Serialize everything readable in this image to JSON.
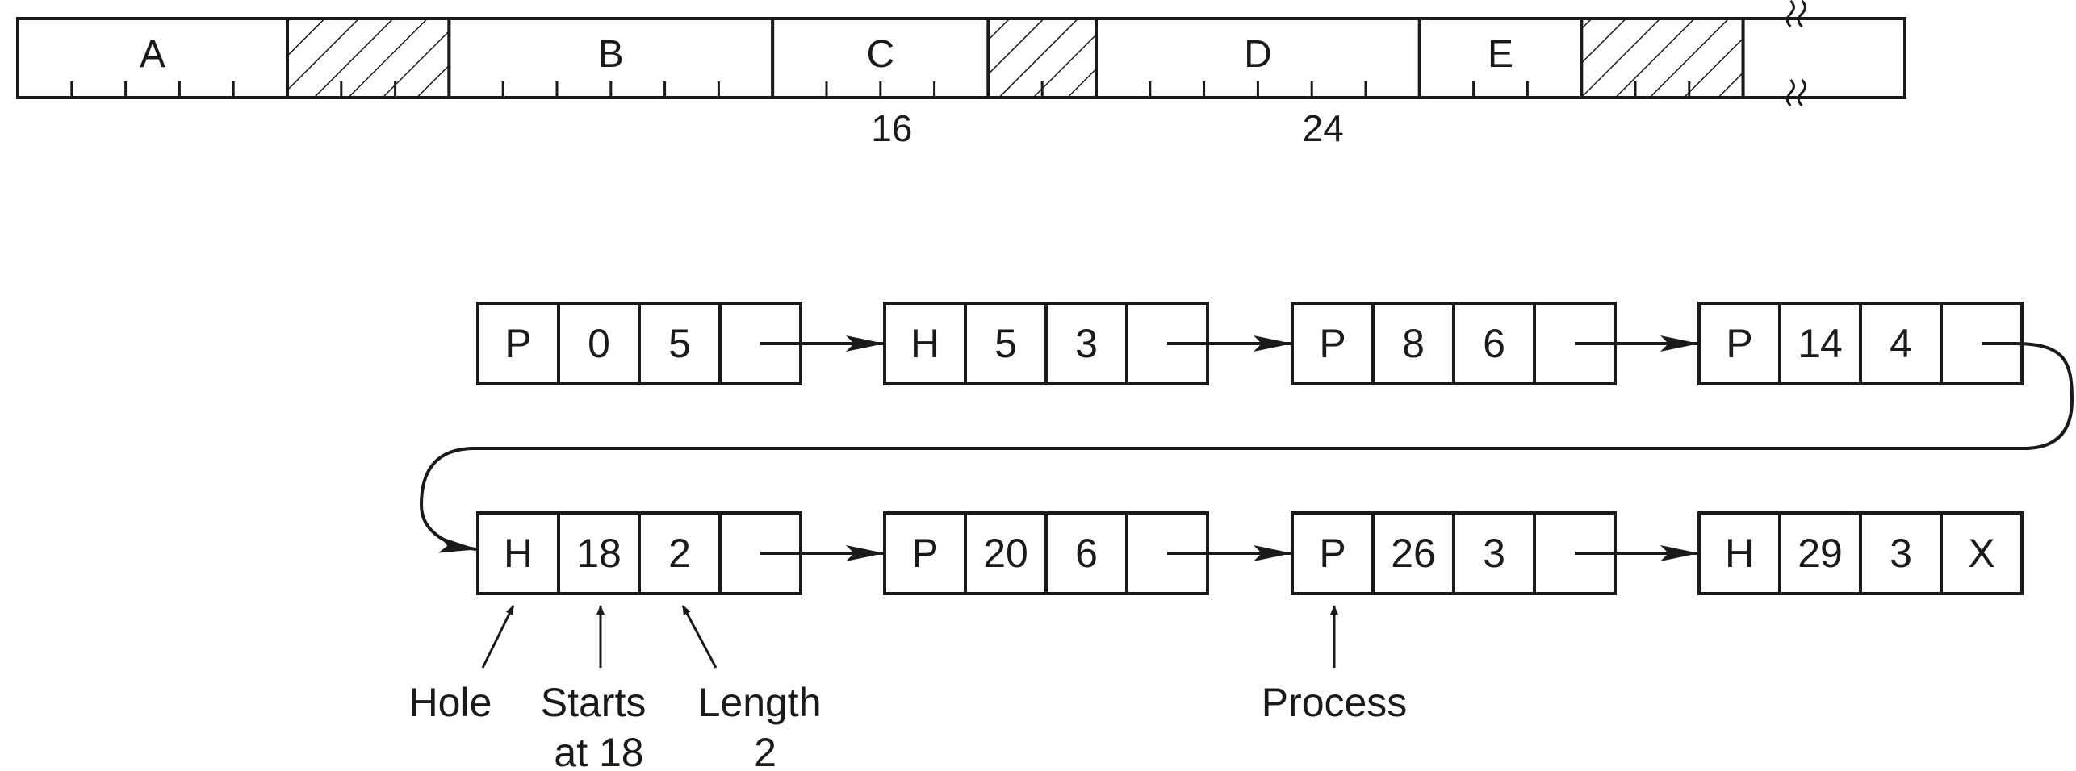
{
  "memory": {
    "segments": [
      {
        "label": "A",
        "type": "process",
        "units": 5
      },
      {
        "label": "",
        "type": "hole",
        "units": 3
      },
      {
        "label": "B",
        "type": "process",
        "units": 6
      },
      {
        "label": "C",
        "type": "process",
        "units": 4
      },
      {
        "label": "",
        "type": "hole",
        "units": 2
      },
      {
        "label": "D",
        "type": "process",
        "units": 6
      },
      {
        "label": "E",
        "type": "process",
        "units": 3
      },
      {
        "label": "",
        "type": "hole",
        "units": 3
      },
      {
        "label": "",
        "type": "continues",
        "units": 3
      }
    ],
    "tick_labels": [
      {
        "text": "16",
        "unit": 16
      },
      {
        "text": "24",
        "unit": 24
      }
    ]
  },
  "list": {
    "nodes": [
      {
        "kind": "P",
        "start": "0",
        "length": "5",
        "next": ""
      },
      {
        "kind": "H",
        "start": "5",
        "length": "3",
        "next": ""
      },
      {
        "kind": "P",
        "start": "8",
        "length": "6",
        "next": ""
      },
      {
        "kind": "P",
        "start": "14",
        "length": "4",
        "next": ""
      },
      {
        "kind": "H",
        "start": "18",
        "length": "2",
        "next": ""
      },
      {
        "kind": "P",
        "start": "20",
        "length": "6",
        "next": ""
      },
      {
        "kind": "P",
        "start": "26",
        "length": "3",
        "next": ""
      },
      {
        "kind": "H",
        "start": "29",
        "length": "3",
        "next": "X"
      }
    ]
  },
  "annotations": {
    "hole": [
      "Hole"
    ],
    "starts": [
      "Starts",
      "at 18"
    ],
    "length": [
      "Length",
      "2"
    ],
    "process": [
      "Process"
    ]
  }
}
